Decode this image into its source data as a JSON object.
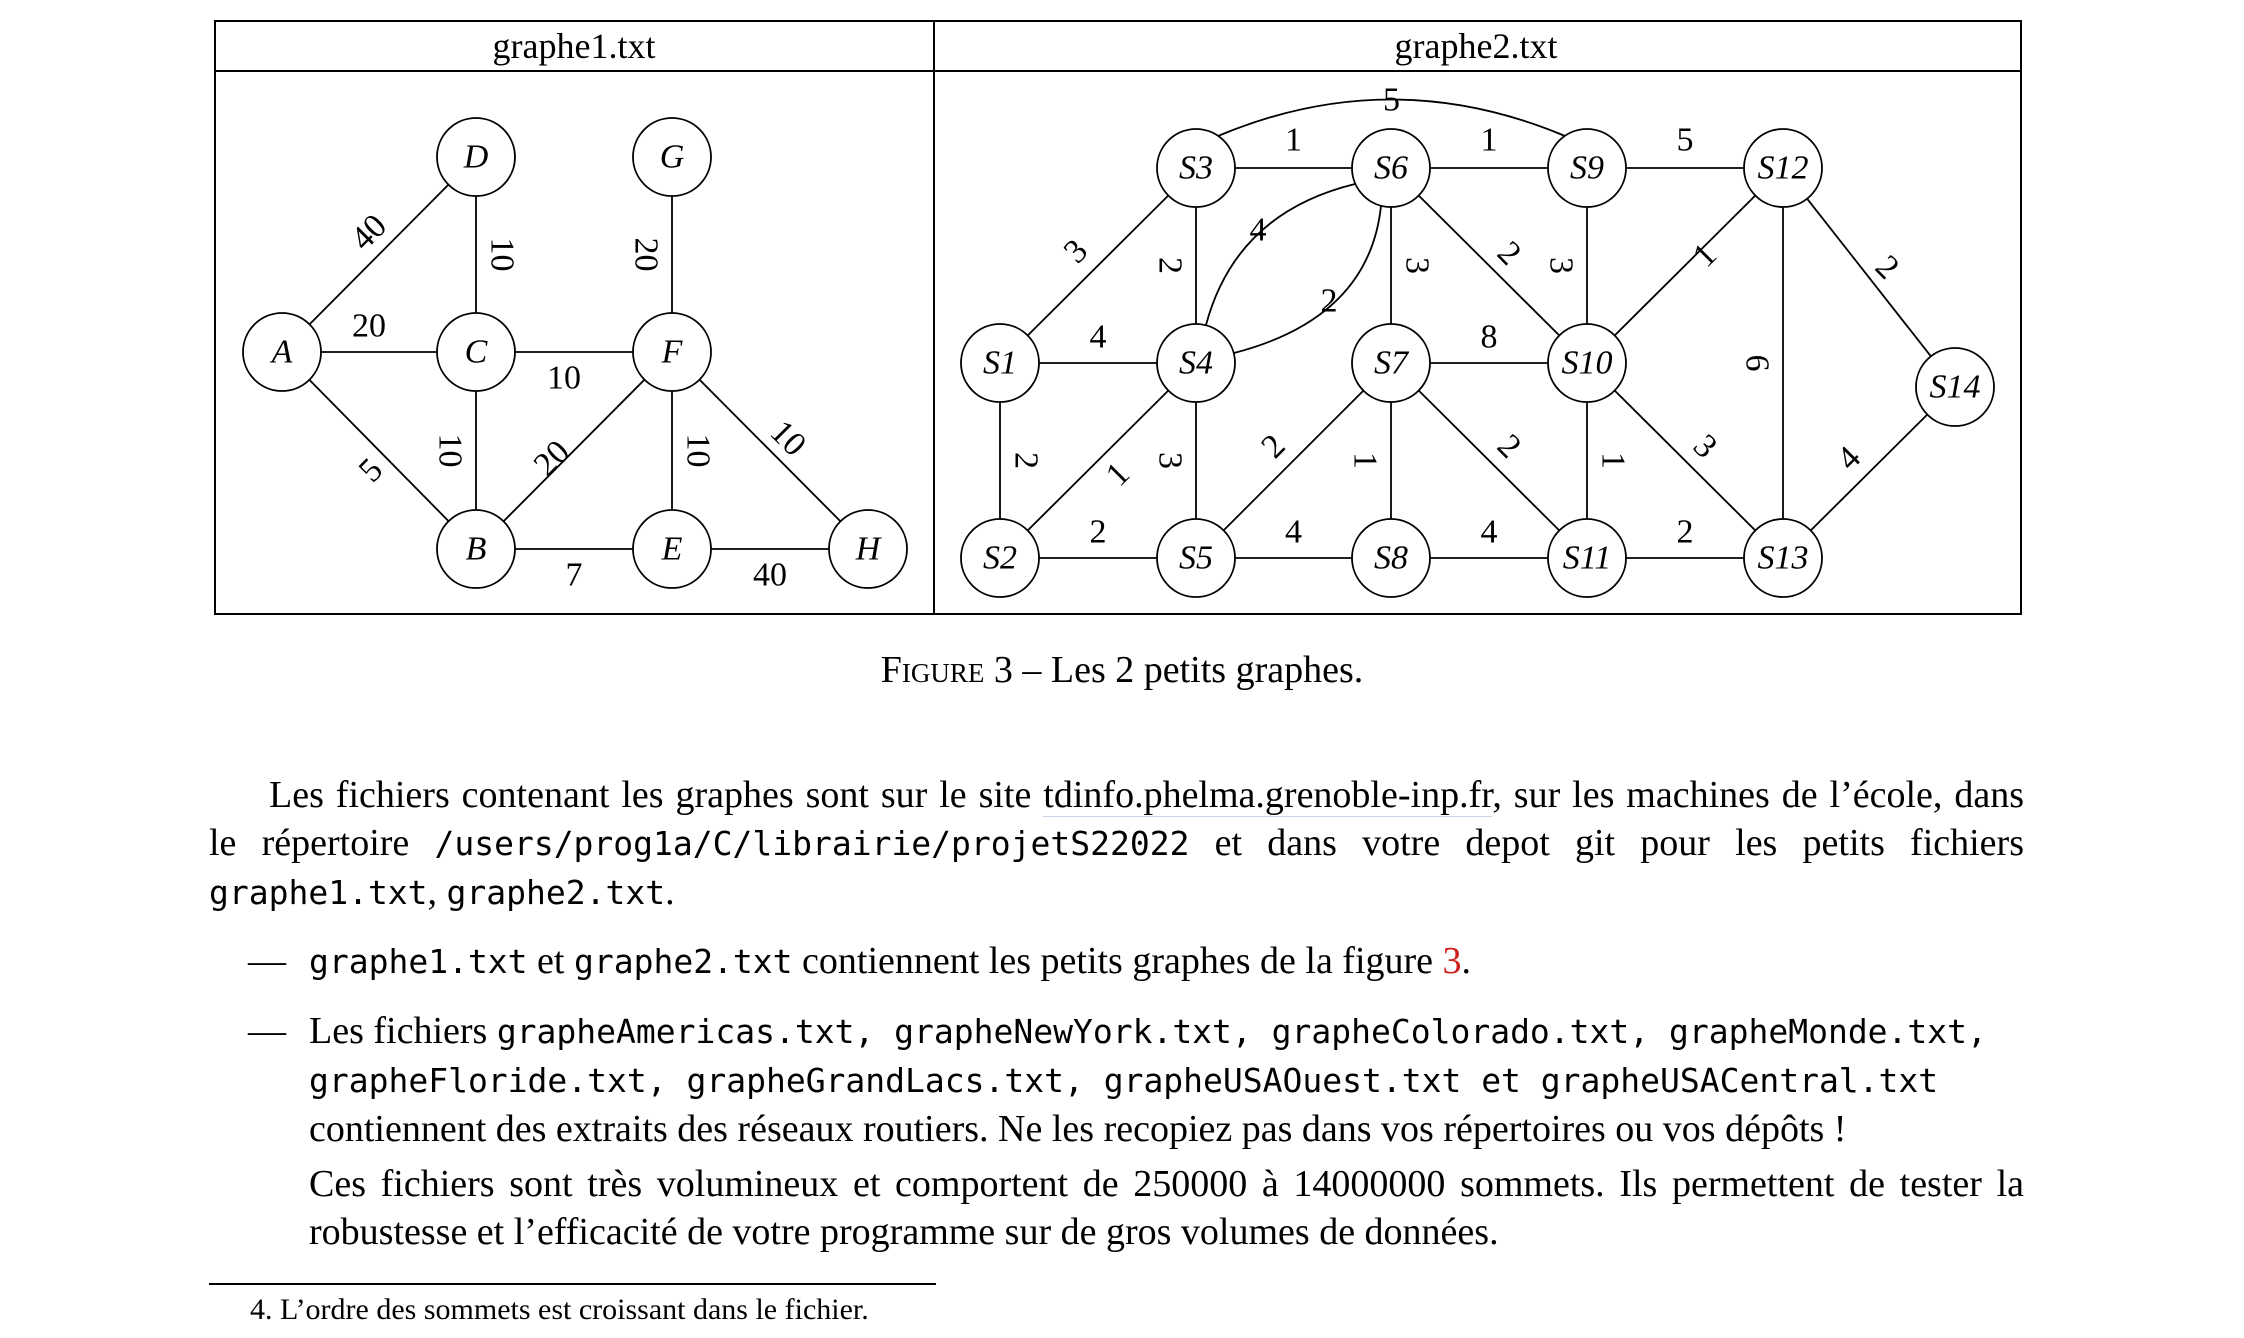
{
  "figure": {
    "panels": [
      {
        "title": "graphe1.txt",
        "nodes": [
          {
            "id": "A",
            "label": "A"
          },
          {
            "id": "B",
            "label": "B"
          },
          {
            "id": "C",
            "label": "C"
          },
          {
            "id": "D",
            "label": "D"
          },
          {
            "id": "E",
            "label": "E"
          },
          {
            "id": "F",
            "label": "F"
          },
          {
            "id": "G",
            "label": "G"
          },
          {
            "id": "H",
            "label": "H"
          }
        ],
        "edges": [
          {
            "from": "A",
            "to": "D",
            "weight": "40"
          },
          {
            "from": "A",
            "to": "C",
            "weight": "20"
          },
          {
            "from": "A",
            "to": "B",
            "weight": "5"
          },
          {
            "from": "D",
            "to": "C",
            "weight": "10"
          },
          {
            "from": "C",
            "to": "F",
            "weight": "10"
          },
          {
            "from": "C",
            "to": "B",
            "weight": "10"
          },
          {
            "from": "G",
            "to": "F",
            "weight": "20"
          },
          {
            "from": "F",
            "to": "B",
            "weight": "20"
          },
          {
            "from": "F",
            "to": "E",
            "weight": "10"
          },
          {
            "from": "F",
            "to": "H",
            "weight": "10"
          },
          {
            "from": "B",
            "to": "E",
            "weight": "7"
          },
          {
            "from": "E",
            "to": "H",
            "weight": "40"
          }
        ]
      },
      {
        "title": "graphe2.txt",
        "nodes": [
          {
            "id": "S1",
            "label": "S1"
          },
          {
            "id": "S2",
            "label": "S2"
          },
          {
            "id": "S3",
            "label": "S3"
          },
          {
            "id": "S4",
            "label": "S4"
          },
          {
            "id": "S5",
            "label": "S5"
          },
          {
            "id": "S6",
            "label": "S6"
          },
          {
            "id": "S7",
            "label": "S7"
          },
          {
            "id": "S8",
            "label": "S8"
          },
          {
            "id": "S9",
            "label": "S9"
          },
          {
            "id": "S10",
            "label": "S10"
          },
          {
            "id": "S11",
            "label": "S11"
          },
          {
            "id": "S12",
            "label": "S12"
          },
          {
            "id": "S13",
            "label": "S13"
          },
          {
            "id": "S14",
            "label": "S14"
          }
        ],
        "edges": [
          {
            "from": "S3",
            "to": "S6",
            "weight": "1"
          },
          {
            "from": "S6",
            "to": "S9",
            "weight": "1"
          },
          {
            "from": "S3",
            "to": "S9",
            "weight": "5"
          },
          {
            "from": "S9",
            "to": "S12",
            "weight": "5"
          },
          {
            "from": "S1",
            "to": "S3",
            "weight": "3"
          },
          {
            "from": "S3",
            "to": "S4",
            "weight": "2"
          },
          {
            "from": "S4",
            "to": "S6",
            "weight": "4"
          },
          {
            "from": "S6",
            "to": "S4",
            "weight": "2"
          },
          {
            "from": "S6",
            "to": "S7",
            "weight": "3"
          },
          {
            "from": "S6",
            "to": "S10",
            "weight": "2"
          },
          {
            "from": "S9",
            "to": "S10",
            "weight": "3"
          },
          {
            "from": "S10",
            "to": "S12",
            "weight": "1"
          },
          {
            "from": "S12",
            "to": "S14",
            "weight": "2"
          },
          {
            "from": "S12",
            "to": "S13",
            "weight": "6"
          },
          {
            "from": "S1",
            "to": "S4",
            "weight": "4"
          },
          {
            "from": "S7",
            "to": "S10",
            "weight": "8"
          },
          {
            "from": "S1",
            "to": "S2",
            "weight": "2"
          },
          {
            "from": "S2",
            "to": "S4",
            "weight": "1"
          },
          {
            "from": "S4",
            "to": "S5",
            "weight": "3"
          },
          {
            "from": "S5",
            "to": "S7",
            "weight": "2"
          },
          {
            "from": "S7",
            "to": "S8",
            "weight": "1"
          },
          {
            "from": "S7",
            "to": "S11",
            "weight": "2"
          },
          {
            "from": "S10",
            "to": "S11",
            "weight": "1"
          },
          {
            "from": "S10",
            "to": "S13",
            "weight": "3"
          },
          {
            "from": "S14",
            "to": "S13",
            "weight": "4"
          },
          {
            "from": "S2",
            "to": "S5",
            "weight": "2"
          },
          {
            "from": "S5",
            "to": "S8",
            "weight": "4"
          },
          {
            "from": "S8",
            "to": "S11",
            "weight": "4"
          },
          {
            "from": "S11",
            "to": "S13",
            "weight": "2"
          }
        ]
      }
    ],
    "caption_label": "Figure 3",
    "caption_sep": " – ",
    "caption_text": "Les 2 petits graphes."
  },
  "body": {
    "p1_a": "Les fichiers contenant les graphes sont sur le site ",
    "p1_link": "tdinfo.phelma.grenoble-inp.fr",
    "p1_b": ", sur les machines de l’école, dans le répertoire ",
    "p1_path": "/users/prog1a/C/librairie/projetS22022",
    "p1_c": " et dans votre depot git pour les petits fichiers ",
    "p1_f1": "graphe1.txt",
    "p1_d": ", ",
    "p1_f2": "graphe2.txt",
    "p1_e": ".",
    "bullet": "—",
    "b1_f1": "graphe1.txt",
    "b1_a": " et ",
    "b1_f2": "graphe2.txt",
    "b1_b": " contiennent les petits graphes de la figure ",
    "b1_ref": "3",
    "b1_c": ".",
    "b2_a": "Les fichiers ",
    "b2_files": "grapheAmericas.txt, grapheNewYork.txt, grapheColorado.txt, grapheMonde.txt, grapheFloride.txt, grapheGrandLacs.txt, grapheUSAOuest.txt et grapheUSACentral.txt",
    "b2_b": " contiennent des extraits des réseaux routiers. Ne les recopiez pas dans vos répertoires ou vos dépôts !",
    "b2_p2": "Ces fichiers sont très volumineux et comportent de 250000 à 14000000 sommets. Ils permettent de tester la robustesse et l’efficacité de votre programme sur de gros volumes de données."
  },
  "footnote": {
    "number": "4.",
    "text": "L’ordre des sommets est croissant dans le fichier."
  }
}
